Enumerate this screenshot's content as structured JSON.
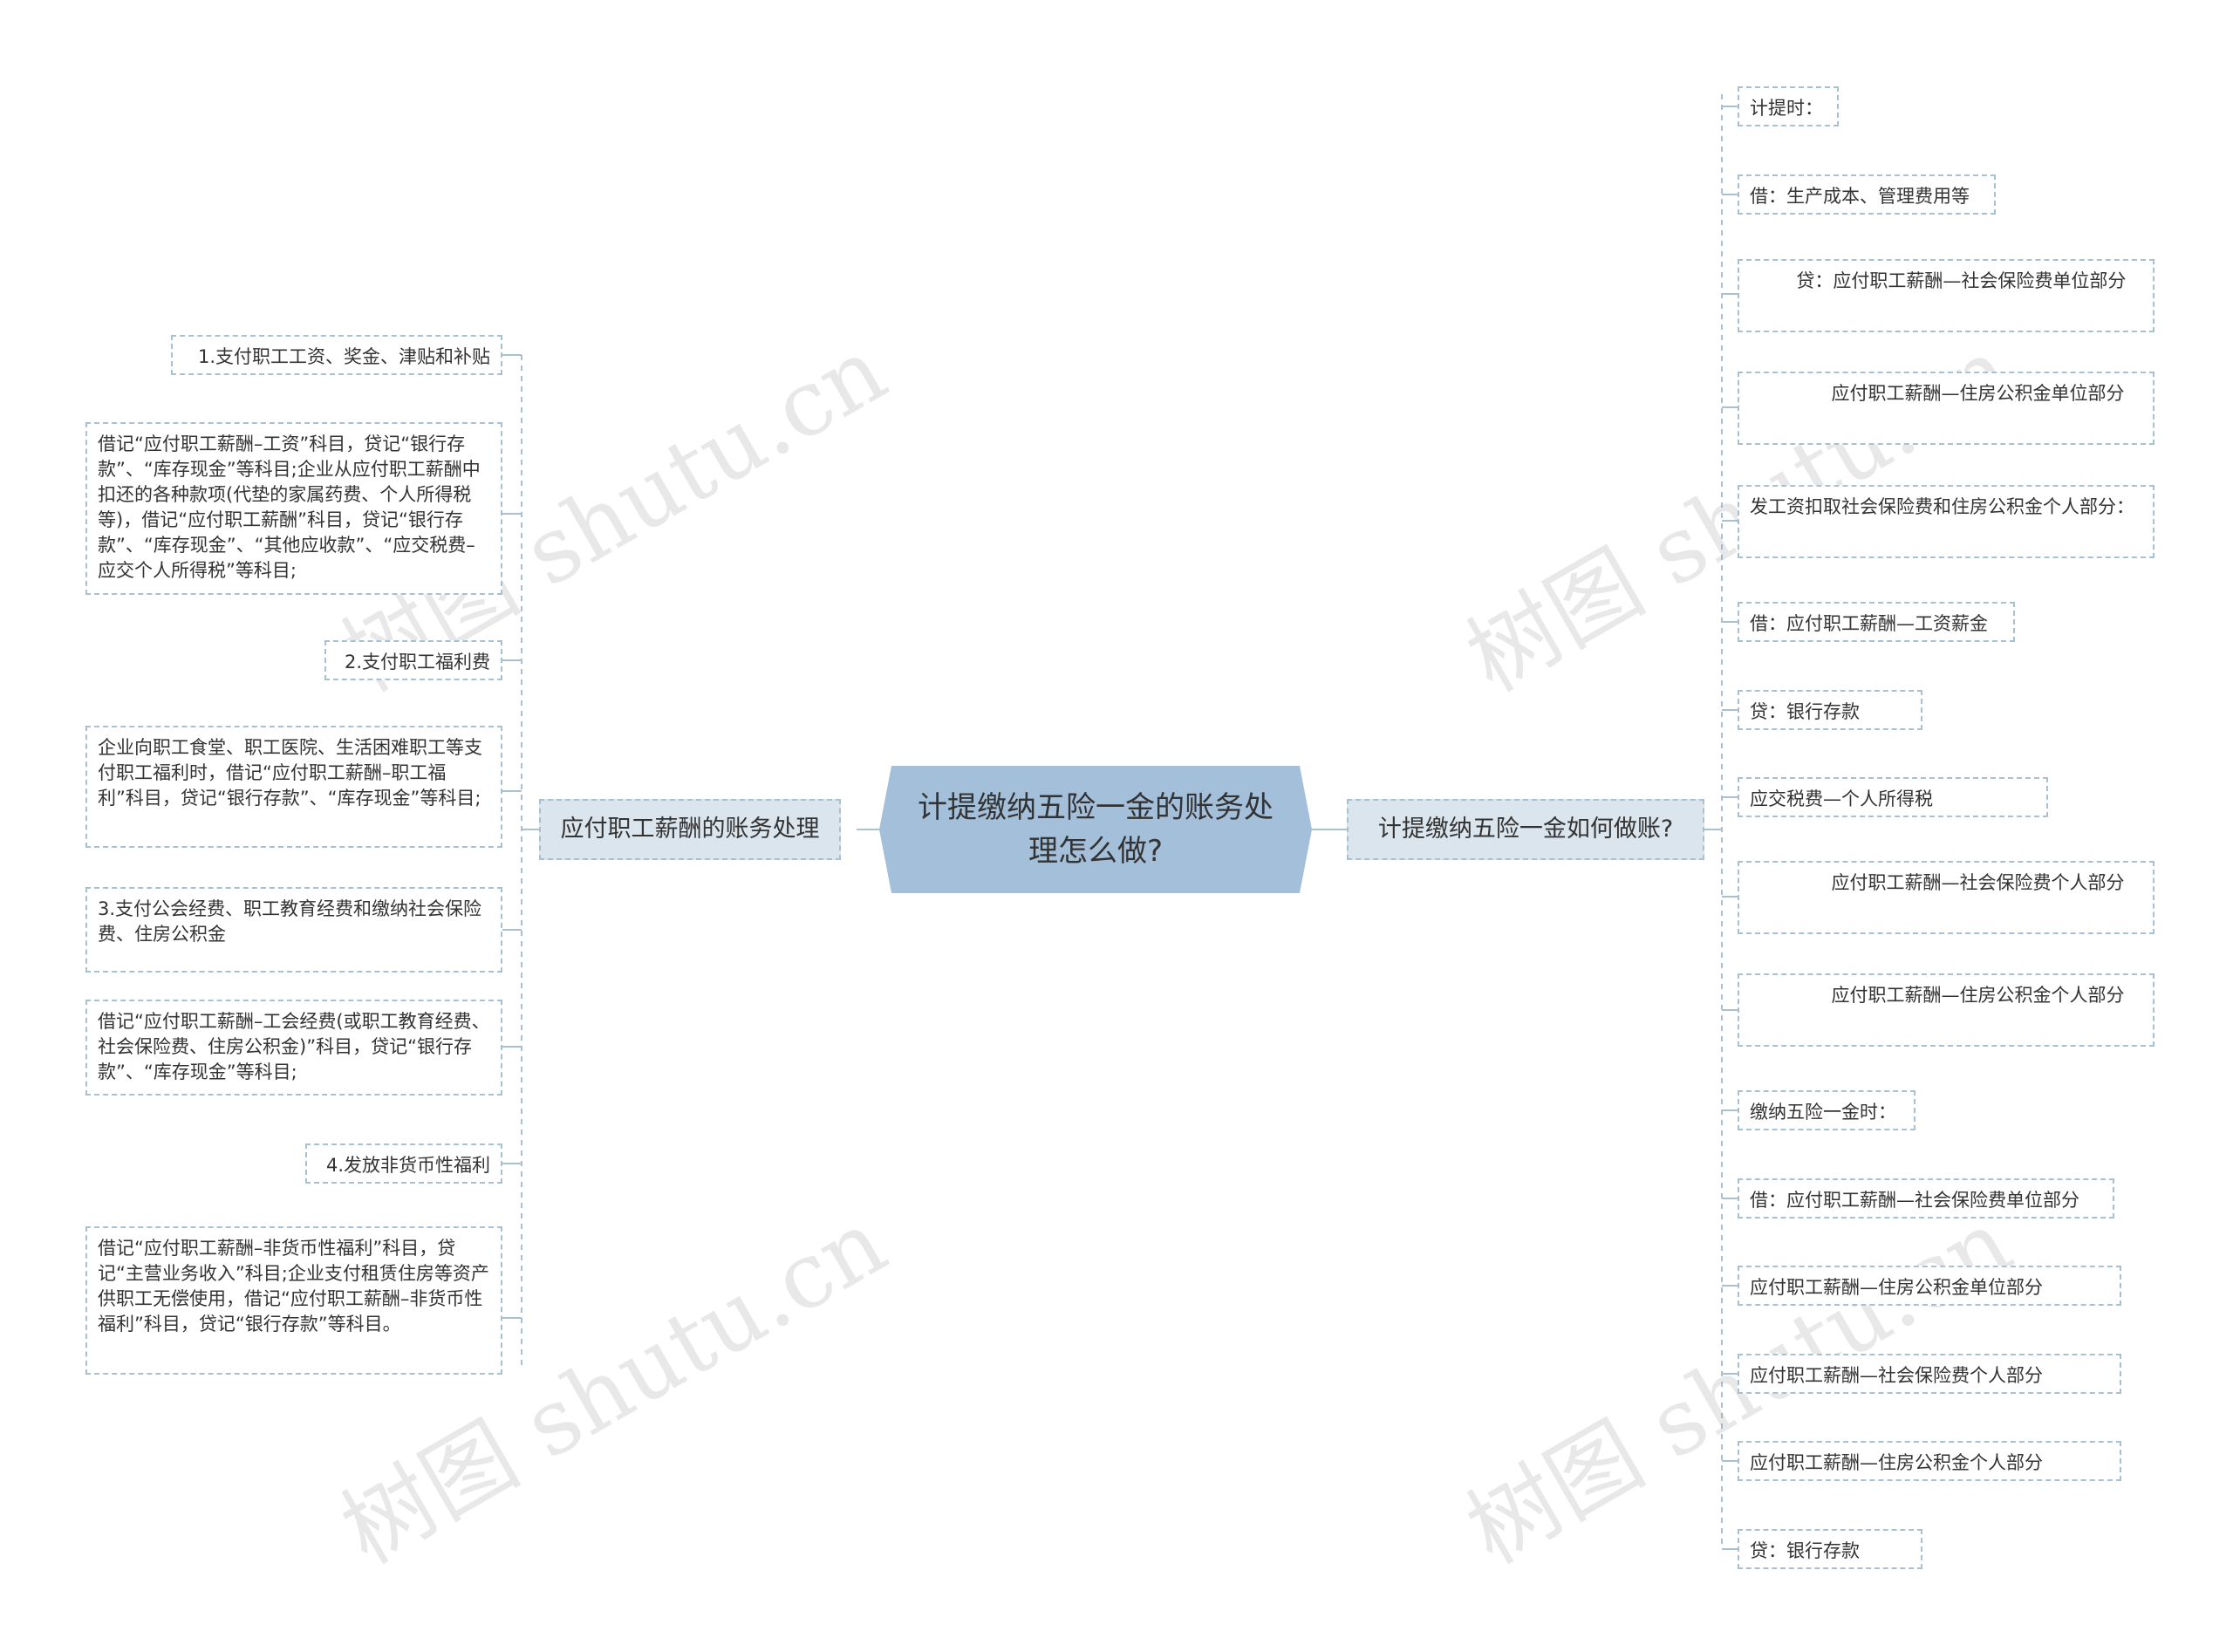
{
  "center": {
    "title": "计提缴纳五险一金的账务处理怎么做?"
  },
  "left_branch": {
    "label": "应付职工薪酬的账务处理",
    "items": [
      "1.支付职工工资、奖金、津贴和补贴",
      "借记“应付职工薪酬–工资”科目，贷记“银行存款”、“库存现金”等科目;企业从应付职工薪酬中扣还的各种款项(代垫的家属药费、个人所得税等)，借记“应付职工薪酬”科目，贷记“银行存款”、“库存现金”、“其他应收款”、“应交税费–应交个人所得税”等科目;",
      "2.支付职工福利费",
      "企业向职工食堂、职工医院、生活困难职工等支付职工福利时，借记“应付职工薪酬–职工福利”科目，贷记“银行存款”、“库存现金”等科目;",
      "3.支付公会经费、职工教育经费和缴纳社会保险费、住房公积金",
      "借记“应付职工薪酬–工会经费(或职工教育经费、社会保险费、住房公积金)”科目，贷记“银行存款”、“库存现金”等科目;",
      "4.发放非货币性福利",
      "借记“应付职工薪酬–非货币性福利”科目，贷记“主营业务收入”科目;企业支付租赁住房等资产供职工无偿使用，借记“应付职工薪酬–非货币性福利”科目，贷记“银行存款”等科目。"
    ]
  },
  "right_branch": {
    "label": "计提缴纳五险一金如何做账?",
    "items": [
      "计提时：",
      "借：生产成本、管理费用等",
      "        贷：应付职工薪酬—社会保险费单位部分",
      "              应付职工薪酬—住房公积金单位部分",
      "发工资扣取社会保险费和住房公积金个人部分：",
      "借：应付职工薪酬—工资薪金",
      "      贷：银行存款",
      "              应交税费—个人所得税",
      "              应付职工薪酬—社会保险费个人部分",
      "              应付职工薪酬—住房公积金个人部分",
      "缴纳五险一金时：",
      "借：应付职工薪酬—社会保险费单位部分",
      "        应付职工薪酬—住房公积金单位部分",
      "        应付职工薪酬—社会保险费个人部分",
      "        应付职工薪酬—住房公积金个人部分",
      "        贷：银行存款"
    ]
  },
  "watermark": {
    "text": "树图 shutu.cn"
  },
  "colors": {
    "center_fill": "#a4bfd9",
    "branch_fill": "#dbe5ee",
    "border": "#a9c1cf",
    "connector": "#a9c1cf"
  }
}
